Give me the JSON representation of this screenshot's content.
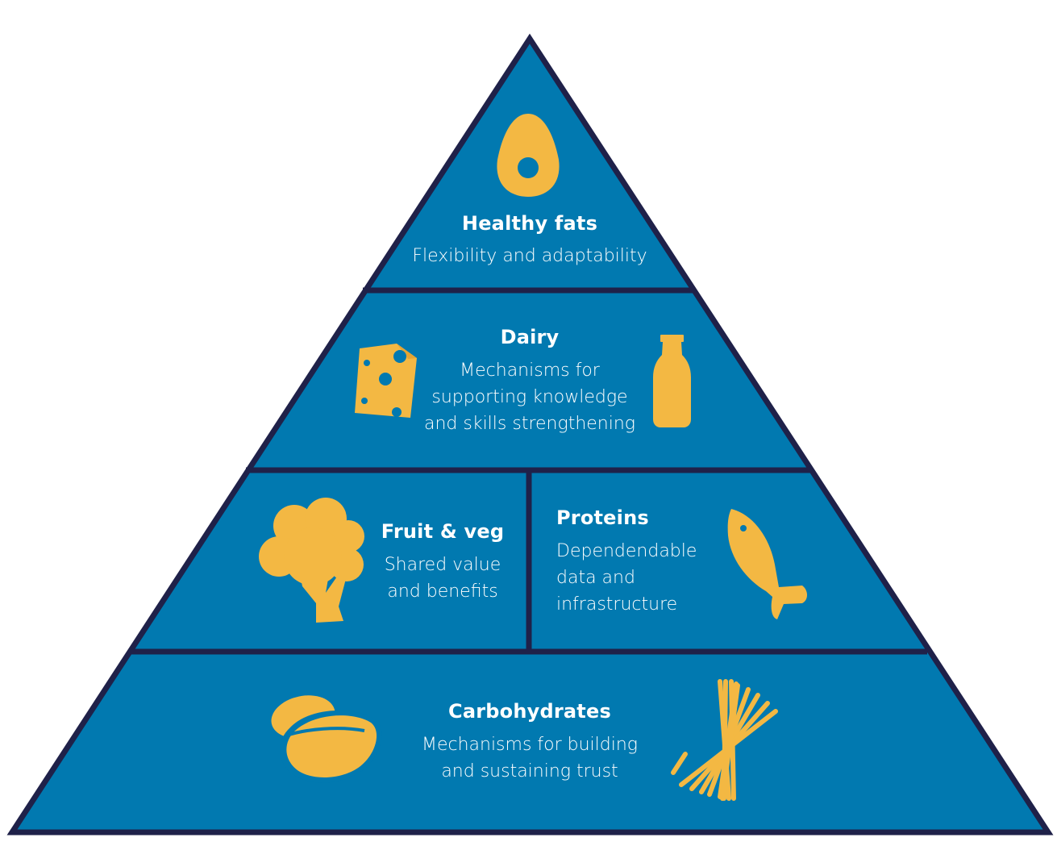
{
  "diagram": {
    "colors": {
      "fill": "#0179B0",
      "outline": "#1F2149",
      "icon": "#F3B843",
      "text": "#FFFFFF"
    },
    "tiers": [
      {
        "id": "healthy-fats",
        "title": "Healthy fats",
        "desc_lines": [
          "Flexibility and adaptability"
        ],
        "icons": [
          "avocado-icon"
        ]
      },
      {
        "id": "dairy",
        "title": "Dairy",
        "desc_lines": [
          "Mechanisms for",
          "supporting knowledge",
          "and skills strengthening"
        ],
        "icons": [
          "cheese-icon",
          "milk-bottle-icon"
        ]
      },
      {
        "id": "fruit-veg",
        "title": "Fruit & veg",
        "desc_lines": [
          "Shared value",
          "and benefits"
        ],
        "icons": [
          "broccoli-icon"
        ]
      },
      {
        "id": "proteins",
        "title": "Proteins",
        "desc_lines": [
          "Dependendable",
          "data and",
          "infrastructure"
        ],
        "icons": [
          "fish-icon"
        ]
      },
      {
        "id": "carbohydrates",
        "title": "Carbohydrates",
        "desc_lines": [
          "Mechanisms for building",
          "and sustaining trust"
        ],
        "icons": [
          "potatoes-icon",
          "spaghetti-icon"
        ]
      }
    ]
  }
}
